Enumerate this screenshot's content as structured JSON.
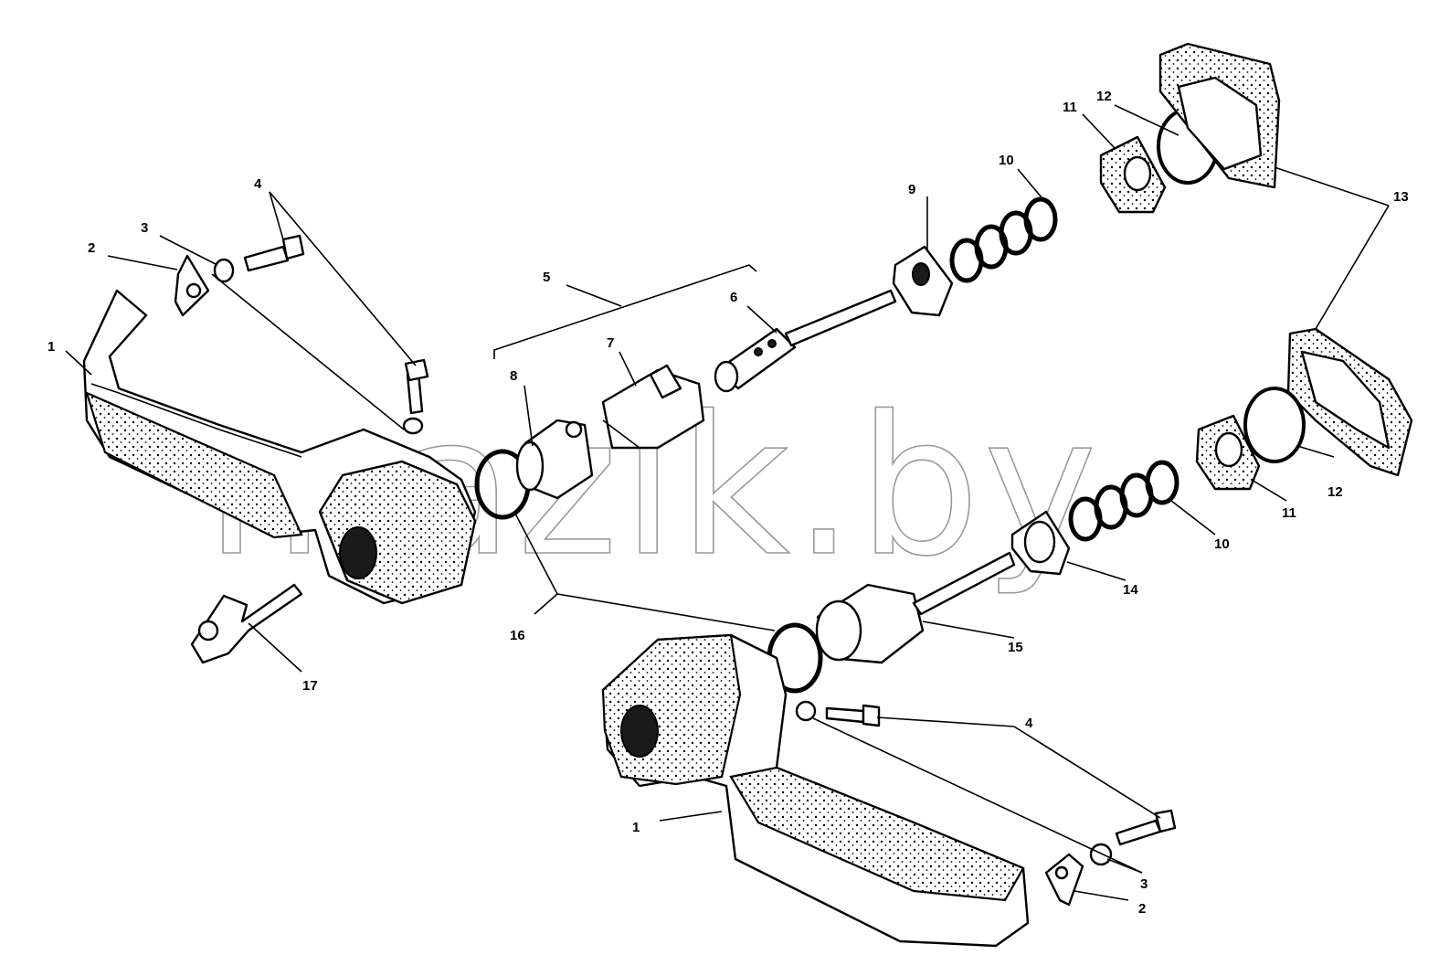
{
  "watermark": "mazik.by",
  "labels": {
    "l1a": "1",
    "l1b": "1",
    "l2a": "2",
    "l2b": "2",
    "l3a": "3",
    "l3b": "3",
    "l4a": "4",
    "l4b": "4",
    "l5": "5",
    "l6": "6",
    "l7": "7",
    "l8": "8",
    "l9": "9",
    "l10a": "10",
    "l10b": "10",
    "l11a": "11",
    "l11b": "11",
    "l12a": "12",
    "l12b": "12",
    "l13": "13",
    "l14": "14",
    "l15": "15",
    "l16": "16",
    "l17": "17"
  }
}
